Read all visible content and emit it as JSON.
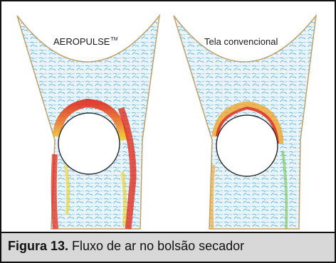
{
  "figure": {
    "label_left": "AEROPULSE",
    "label_left_mark": "TM",
    "label_right": "Tela convencional",
    "caption_number": "Figura 13.",
    "caption_text": " Fluxo de ar no bolsão secador"
  },
  "colors": {
    "frame": "#111111",
    "caption_bg": "#d8d8d8",
    "pocket_outline": "#c8a060",
    "flow_blue": "#3aa0d8",
    "flow_high": "#e02010",
    "flow_mid": "#f0d020"
  }
}
